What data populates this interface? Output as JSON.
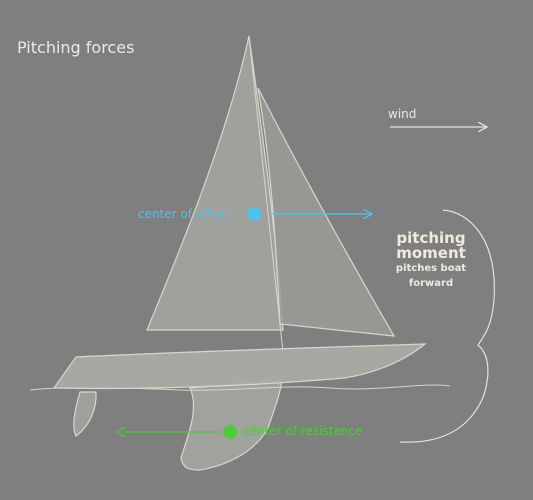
{
  "title": "Pitching forces",
  "wind_label": "wind",
  "center_of_effort_label": "center of effort",
  "center_of_resistance_label": "center of resistance",
  "moment_line1": "pitching",
  "moment_line2": "moment",
  "moment_sub1": "pitches boat",
  "moment_sub2": "forward",
  "colors": {
    "background": "#7f7f7f",
    "effort": "#4fc3ec",
    "resistance": "#4ecb3a",
    "text": "#eeeae0"
  }
}
